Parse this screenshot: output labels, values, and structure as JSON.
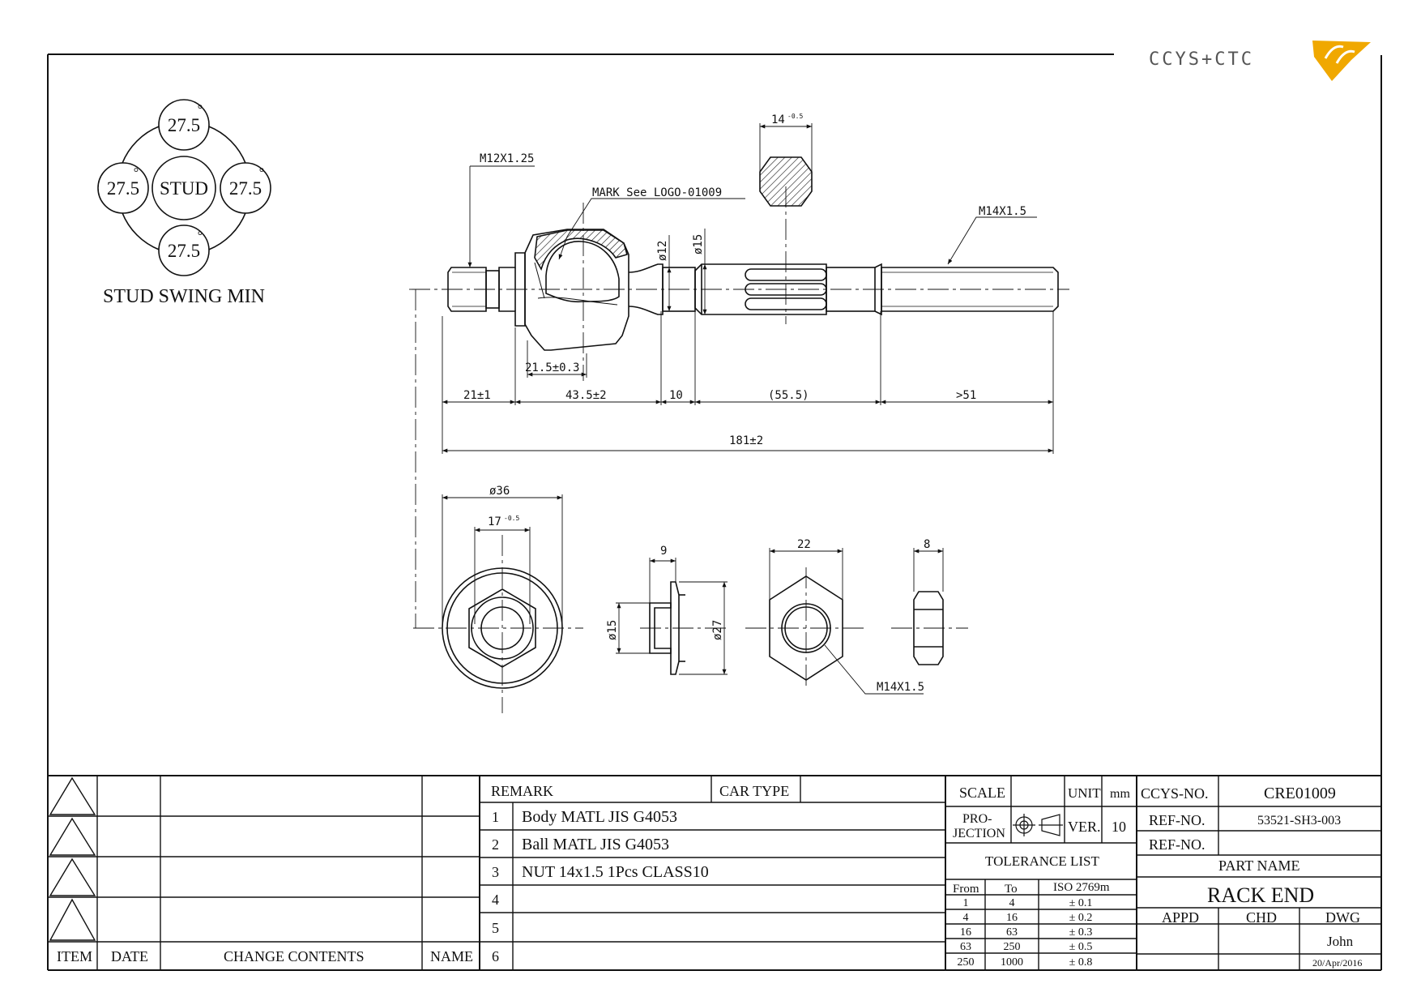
{
  "brand": {
    "logo_text": "CCYS+CTC",
    "accent": "#f0a800"
  },
  "swing": {
    "top": "27.5",
    "left": "27.5",
    "right": "27.5",
    "bottom": "27.5",
    "center": "STUD",
    "degree": "°",
    "caption": "STUD SWING MIN"
  },
  "callouts": {
    "m12": "M12X1.25",
    "mark": "MARK See LOGO-01009",
    "m14_top": "M14X1.5",
    "m14_nut": "M14X1.5",
    "hex14": "14",
    "hex17": "17",
    "tol": "-0.5"
  },
  "dims": {
    "d12": "ø12",
    "d15": "ø15",
    "d215": "21.5±0.3",
    "s21": "21±1",
    "s435": "43.5±2",
    "s10": "10",
    "s555": "(55.5)",
    "s51": ">51",
    "total": "181±2",
    "d36": "ø36",
    "w9": "9",
    "d15b": "ø15",
    "d27": "ø27",
    "w22": "22",
    "w8": "8"
  },
  "revision": {
    "col_item": "ITEM",
    "col_date": "DATE",
    "col_contents": "CHANGE CONTENTS",
    "col_name": "NAME"
  },
  "remarks": {
    "header": "REMARK",
    "car_type": "CAR TYPE",
    "rows": [
      {
        "n": "1",
        "text": "Body MATL JIS G4053"
      },
      {
        "n": "2",
        "text": "Ball MATL JIS G4053"
      },
      {
        "n": "3",
        "text": "NUT  14x1.5 1Pcs CLASS10"
      },
      {
        "n": "4",
        "text": ""
      },
      {
        "n": "5",
        "text": ""
      },
      {
        "n": "6",
        "text": ""
      }
    ]
  },
  "spec": {
    "scale": "SCALE",
    "unit": "UNIT",
    "unit_val": "mm",
    "projection": "PRO-",
    "projection2": "JECTION",
    "ver": "VER.",
    "ver_val": "10",
    "tolerance_title": "TOLERANCE LIST",
    "from": "From",
    "to": "To",
    "iso": "ISO 2769m",
    "tol_rows": [
      {
        "from": "1",
        "to": "4",
        "tol": "± 0.1"
      },
      {
        "from": "4",
        "to": "16",
        "tol": "± 0.2"
      },
      {
        "from": "16",
        "to": "63",
        "tol": "± 0.3"
      },
      {
        "from": "63",
        "to": "250",
        "tol": "± 0.5"
      },
      {
        "from": "250",
        "to": "1000",
        "tol": "± 0.8"
      }
    ]
  },
  "titleblock": {
    "ccys_label": "CCYS-NO.",
    "ccys_val": "CRE01009",
    "ref1_label": "REF-NO.",
    "ref1_val": "53521-SH3-003",
    "ref2_label": "REF-NO.",
    "ref2_val": "",
    "part_name_label": "PART NAME",
    "part_name": "RACK END",
    "appd": "APPD",
    "chd": "CHD",
    "dwg": "DWG",
    "drawer": "John",
    "date": "20/Apr/2016"
  }
}
